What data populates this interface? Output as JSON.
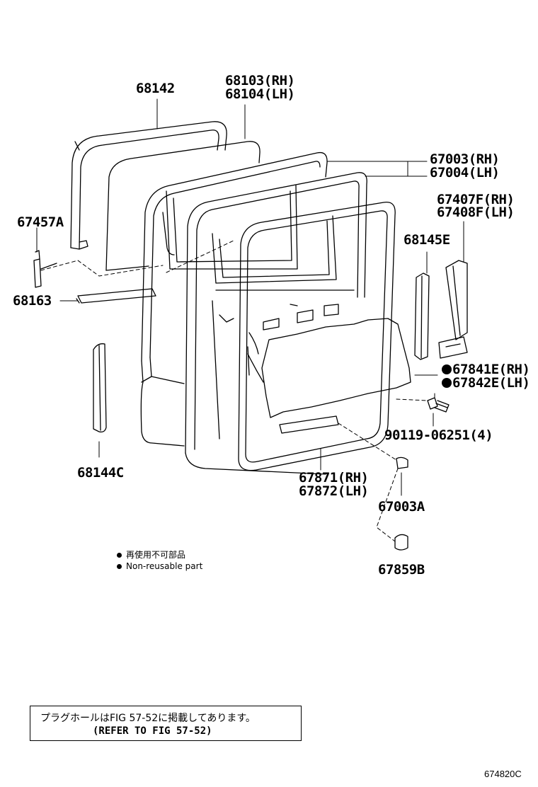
{
  "labels": {
    "p68142": "68142",
    "p68103": "68103(RH)",
    "p68104": "68104(LH)",
    "p67003": "67003(RH)",
    "p67004": "67004(LH)",
    "p67407": "67407F(RH)",
    "p67408": "67408F(LH)",
    "p67457": "67457A",
    "p68145": "68145E",
    "p68163": "68163",
    "p67841": "67841E(RH)",
    "p67842": "67842E(LH)",
    "p90119": "90119-06251(4)",
    "p68144": "68144C",
    "p67871": "67871(RH)",
    "p67872": "67872(LH)",
    "p67003a": "67003A",
    "p67859": "67859B"
  },
  "legend": {
    "jp": "再使用不可部品",
    "en": "Non-reusable part"
  },
  "note": {
    "line1": "プラグホールはFIG 57-52に掲載してあります。",
    "line2": "(REFER TO  FIG 57-52)"
  },
  "drawing_code": "674820C"
}
